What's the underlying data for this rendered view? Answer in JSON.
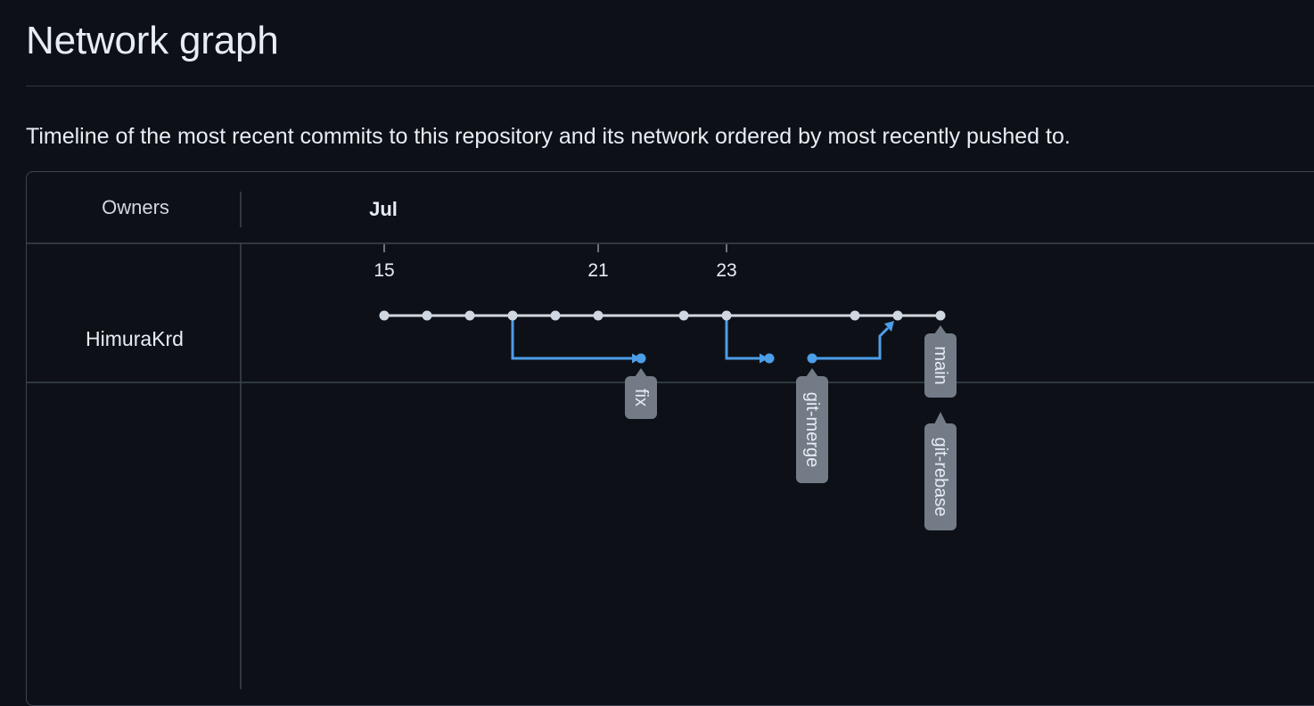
{
  "page": {
    "title": "Network graph",
    "description": "Timeline of the most recent commits to this repository and its network ordered by most recently pushed to."
  },
  "graph": {
    "owners_header": "Owners",
    "month_label": "Jul",
    "owners": [
      {
        "name": "HimuraKrd"
      }
    ],
    "day_labels": [
      "15",
      "21",
      "23"
    ],
    "branch_labels": [
      "fix",
      "git-merge",
      "main",
      "git-rebase"
    ],
    "colors": {
      "main_line": "#d1d7e0",
      "branch_line": "#4d9ee8",
      "label_bg": "#737b87",
      "grid": "#3d444d"
    }
  }
}
